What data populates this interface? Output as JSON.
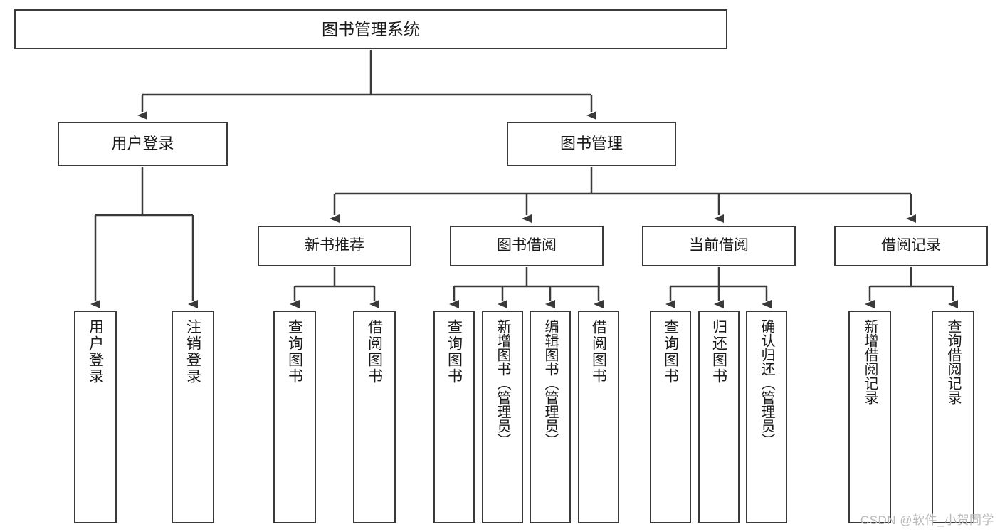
{
  "diagram": {
    "title": "图书管理系统",
    "type": "tree",
    "root": {
      "label": "图书管理系统"
    },
    "level2": [
      {
        "label": "用户登录"
      },
      {
        "label": "图书管理"
      }
    ],
    "level3": [
      {
        "label": "新书推荐"
      },
      {
        "label": "图书借阅"
      },
      {
        "label": "当前借阅"
      },
      {
        "label": "借阅记录"
      }
    ],
    "leaves": {
      "user_login": [
        {
          "label": "用户登录"
        },
        {
          "label": "注销登录"
        }
      ],
      "new_book_recommend": [
        {
          "label": "查询图书"
        },
        {
          "label": "借阅图书"
        }
      ],
      "book_borrow": [
        {
          "label": "查询图书"
        },
        {
          "label": "新增图书（管理员）"
        },
        {
          "label": "编辑图书（管理员）"
        },
        {
          "label": "借阅图书"
        }
      ],
      "current_borrow": [
        {
          "label": "查询图书"
        },
        {
          "label": "归还图书"
        },
        {
          "label": "确认归还（管理员）"
        }
      ],
      "borrow_record": [
        {
          "label": "新增借阅记录"
        },
        {
          "label": "查询借阅记录"
        }
      ]
    }
  },
  "watermark": {
    "text": "CSDN @软件_小贺同学"
  },
  "colors": {
    "stroke": "#3a3a3a",
    "background": "#ffffff",
    "text": "#1a1a1a",
    "watermark": "#b9b9b9"
  }
}
